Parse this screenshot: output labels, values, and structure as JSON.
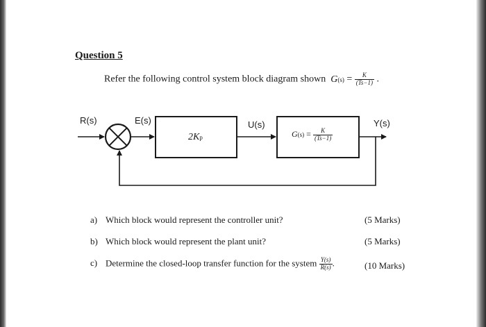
{
  "question": {
    "title": "Question 5",
    "intro_text": "Refer the following control system block diagram shown",
    "tf_lhs": "G",
    "tf_lhs_sub": "(s)",
    "tf_eq": "=",
    "tf_num": "K",
    "tf_den": "(Ts−1)",
    "intro_end": "."
  },
  "diagram": {
    "input_label": "R(s)",
    "error_label": "E(s)",
    "control_label": "U(s)",
    "output_label": "Y(s)",
    "controller_block": {
      "gain": "2K",
      "gain_sub": "p"
    },
    "plant_block": {
      "lhs": "G",
      "lhs_sub": "(s)",
      "eq": "=",
      "num": "K",
      "den": "(Ts−1)"
    }
  },
  "parts": [
    {
      "letter": "a)",
      "text": "Which block would represent the controller unit?",
      "marks": "(5 Marks)"
    },
    {
      "letter": "b)",
      "text": "Which block would represent the plant unit?",
      "marks": "(5 Marks)"
    },
    {
      "letter": "c)",
      "text": "Determine the closed-loop transfer function for the system",
      "frac_num": "Y(s)",
      "frac_den": "R(s)",
      "end": ".",
      "marks": "(10 Marks)"
    }
  ]
}
